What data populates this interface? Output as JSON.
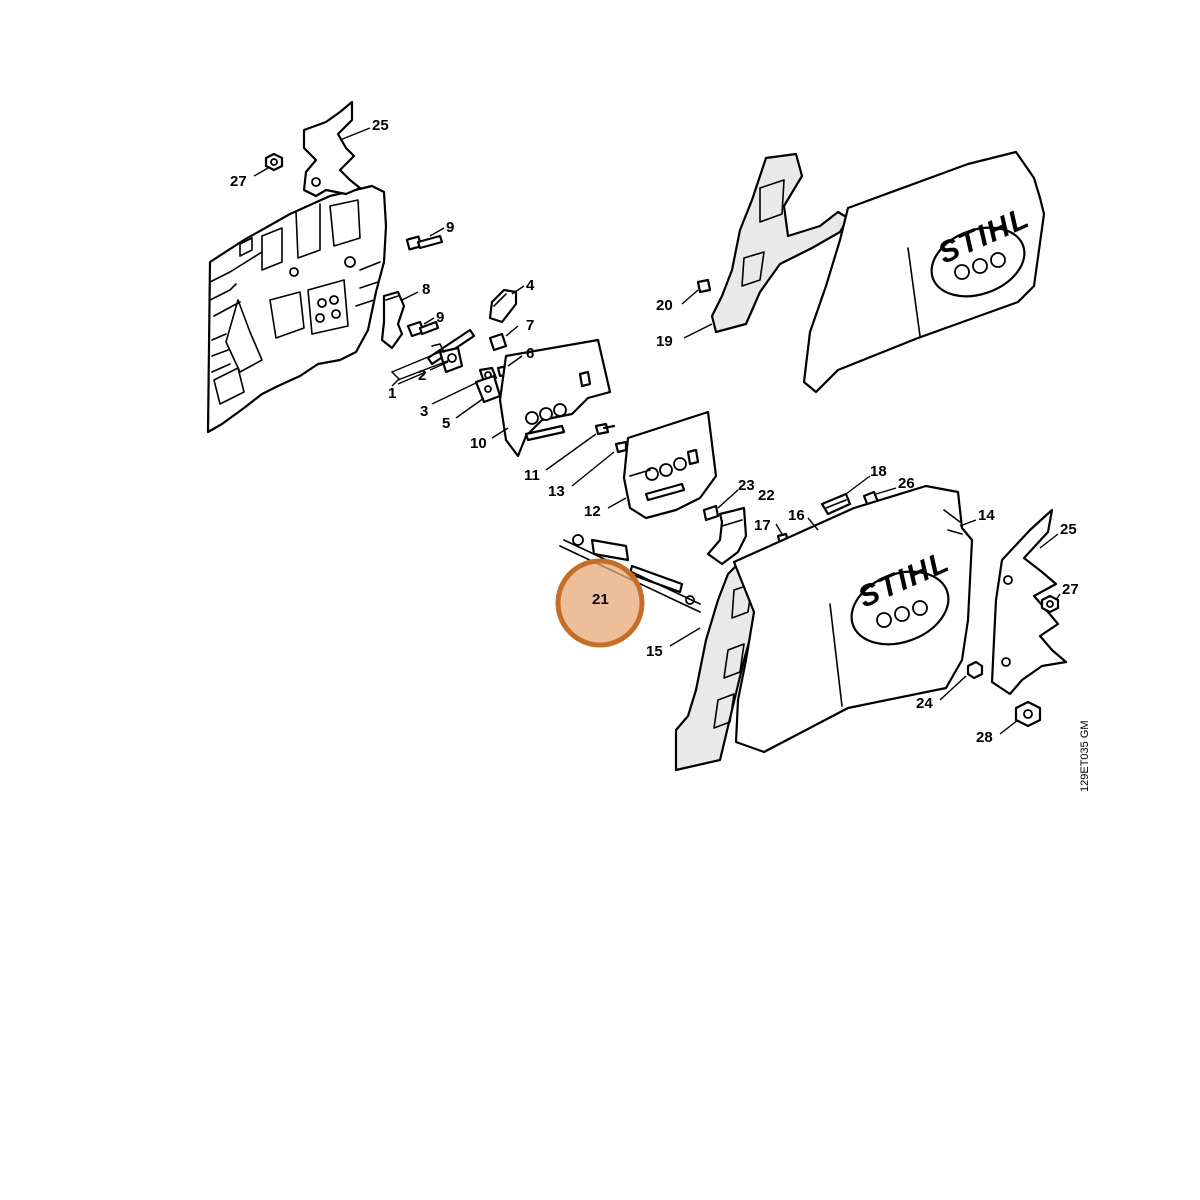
{
  "parts": [
    {
      "id": "p1",
      "label": "1"
    },
    {
      "id": "p2",
      "label": "2"
    },
    {
      "id": "p3",
      "label": "3"
    },
    {
      "id": "p4",
      "label": "4"
    },
    {
      "id": "p5",
      "label": "5"
    },
    {
      "id": "p6",
      "label": "6"
    },
    {
      "id": "p7",
      "label": "7"
    },
    {
      "id": "p8",
      "label": "8"
    },
    {
      "id": "p9a",
      "label": "9"
    },
    {
      "id": "p9b",
      "label": "9"
    },
    {
      "id": "p10",
      "label": "10"
    },
    {
      "id": "p11",
      "label": "11"
    },
    {
      "id": "p12",
      "label": "12"
    },
    {
      "id": "p13",
      "label": "13"
    },
    {
      "id": "p14",
      "label": "14"
    },
    {
      "id": "p15",
      "label": "15"
    },
    {
      "id": "p16",
      "label": "16"
    },
    {
      "id": "p17",
      "label": "17"
    },
    {
      "id": "p18",
      "label": "18"
    },
    {
      "id": "p19",
      "label": "19"
    },
    {
      "id": "p20",
      "label": "20"
    },
    {
      "id": "p21",
      "label": "21"
    },
    {
      "id": "p22",
      "label": "22"
    },
    {
      "id": "p23",
      "label": "23"
    },
    {
      "id": "p24",
      "label": "24"
    },
    {
      "id": "p25a",
      "label": "25"
    },
    {
      "id": "p25b",
      "label": "25"
    },
    {
      "id": "p26",
      "label": "26"
    },
    {
      "id": "p27a",
      "label": "27"
    },
    {
      "id": "p27b",
      "label": "27"
    },
    {
      "id": "p28",
      "label": "28"
    }
  ],
  "highlighted_part": "21",
  "highlight_color": "#c56e28",
  "logo_upper": "STIHL",
  "logo_lower": "STIHL",
  "drawing_code": "129ET035 GM"
}
